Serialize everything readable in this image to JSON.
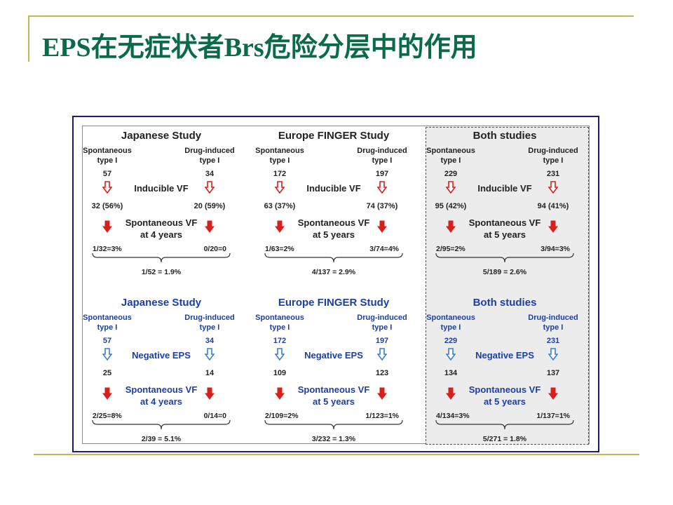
{
  "slide": {
    "title": "EPS在无症状者Brs危险分层中的作用"
  },
  "figure": {
    "label_spontaneous_1": "Spontaneous",
    "label_spontaneous_2": "type I",
    "label_drug_1": "Drug-induced",
    "label_drug_2": "type I",
    "top_row": [
      {
        "title": "Japanese Study",
        "left_n": "57",
        "right_n": "34",
        "mid1": "Inducible VF",
        "left_pos": "32 (56%)",
        "right_pos": "20 (59%)",
        "mid2_a": "Spontaneous VF",
        "mid2_b": "at 4 years",
        "left_frac": "1/32=3%",
        "right_frac": "0/20=0",
        "total": "1/52 = 1.9%"
      },
      {
        "title": "Europe FINGER Study",
        "left_n": "172",
        "right_n": "197",
        "mid1": "Inducible VF",
        "left_pos": "63 (37%)",
        "right_pos": "74 (37%)",
        "mid2_a": "Spontaneous VF",
        "mid2_b": "at 5 years",
        "left_frac": "1/63=2%",
        "right_frac": "3/74=4%",
        "total": "4/137 = 2.9%"
      },
      {
        "title": "Both studies",
        "left_n": "229",
        "right_n": "231",
        "mid1": "Inducible VF",
        "left_pos": "95 (42%)",
        "right_pos": "94 (41%)",
        "mid2_a": "Spontaneous VF",
        "mid2_b": "at 5 years",
        "left_frac": "2/95=2%",
        "right_frac": "3/94=3%",
        "total": "5/189 = 2.6%"
      }
    ],
    "bottom_row": [
      {
        "title": "Japanese Study",
        "left_n": "57",
        "right_n": "34",
        "mid1": "Negative EPS",
        "left_pos": "25",
        "right_pos": "14",
        "mid2_a": "Spontaneous VF",
        "mid2_b": "at 4 years",
        "left_frac": "2/25=8%",
        "right_frac": "0/14=0",
        "total": "2/39 = 5.1%"
      },
      {
        "title": "Europe FINGER Study",
        "left_n": "172",
        "right_n": "197",
        "mid1": "Negative EPS",
        "left_pos": "109",
        "right_pos": "123",
        "mid2_a": "Spontaneous VF",
        "mid2_b": "at 5 years",
        "left_frac": "2/109=2%",
        "right_frac": "1/123=1%",
        "total": "3/232 = 1.3%"
      },
      {
        "title": "Both studies",
        "left_n": "229",
        "right_n": "231",
        "mid1": "Negative EPS",
        "left_pos": "134",
        "right_pos": "137",
        "mid2_a": "Spontaneous VF",
        "mid2_b": "at 5 years",
        "left_frac": "4/134=3%",
        "right_frac": "1/137=1%",
        "total": "5/271 = 1.8%"
      }
    ],
    "colors": {
      "title_green": "#0b6a4a",
      "accent_blue": "#1c3fa6",
      "arrow_red": "#d6201c",
      "arrow_blue": "#3b7fd1"
    }
  }
}
